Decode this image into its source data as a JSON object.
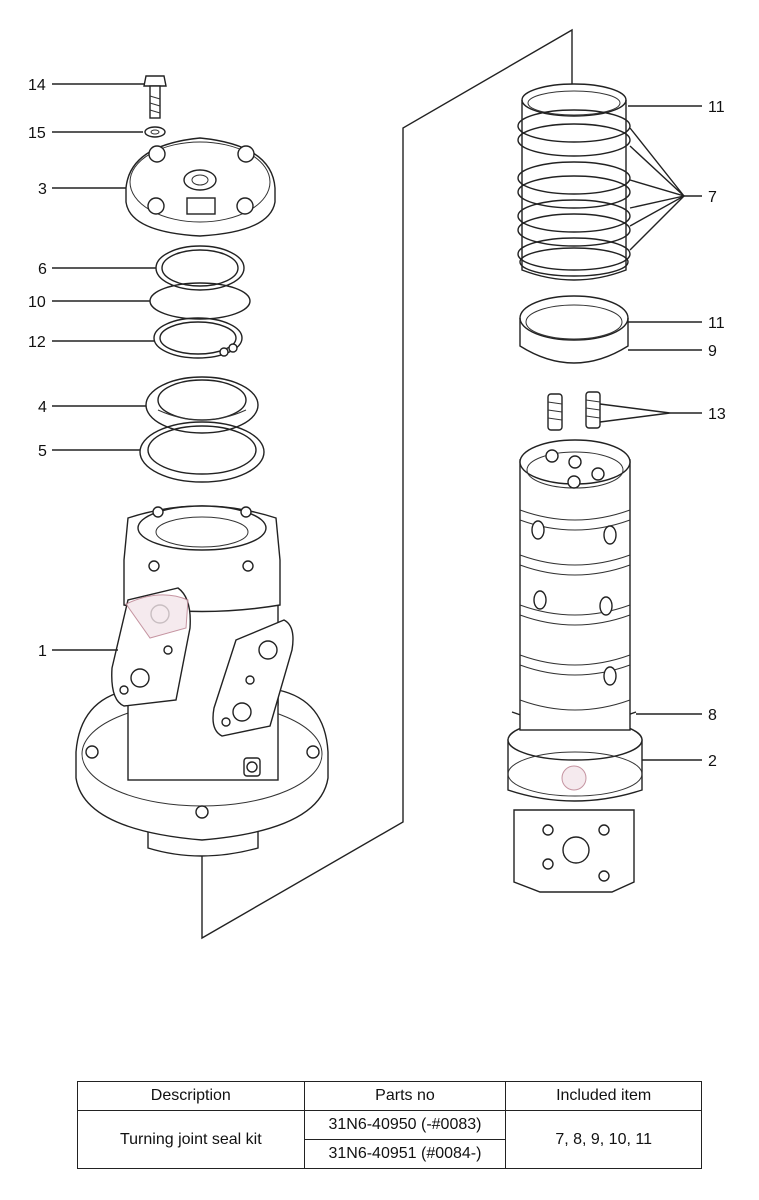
{
  "callouts": {
    "c14": "14",
    "c15": "15",
    "c3": "3",
    "c6": "6",
    "c10": "10",
    "c12": "12",
    "c4": "4",
    "c5": "5",
    "c1": "1",
    "c11a": "11",
    "c7": "7",
    "c11b": "11",
    "c9": "9",
    "c13": "13",
    "c8": "8",
    "c2": "2"
  },
  "table": {
    "headers": {
      "description": "Description",
      "parts_no": "Parts no",
      "included": "Included item"
    },
    "row": {
      "description": "Turning joint seal kit",
      "part1": "31N6-40950 (-#0083)",
      "part2": "31N6-40951 (#0084-)",
      "included": "7, 8, 9, 10, 11"
    }
  }
}
